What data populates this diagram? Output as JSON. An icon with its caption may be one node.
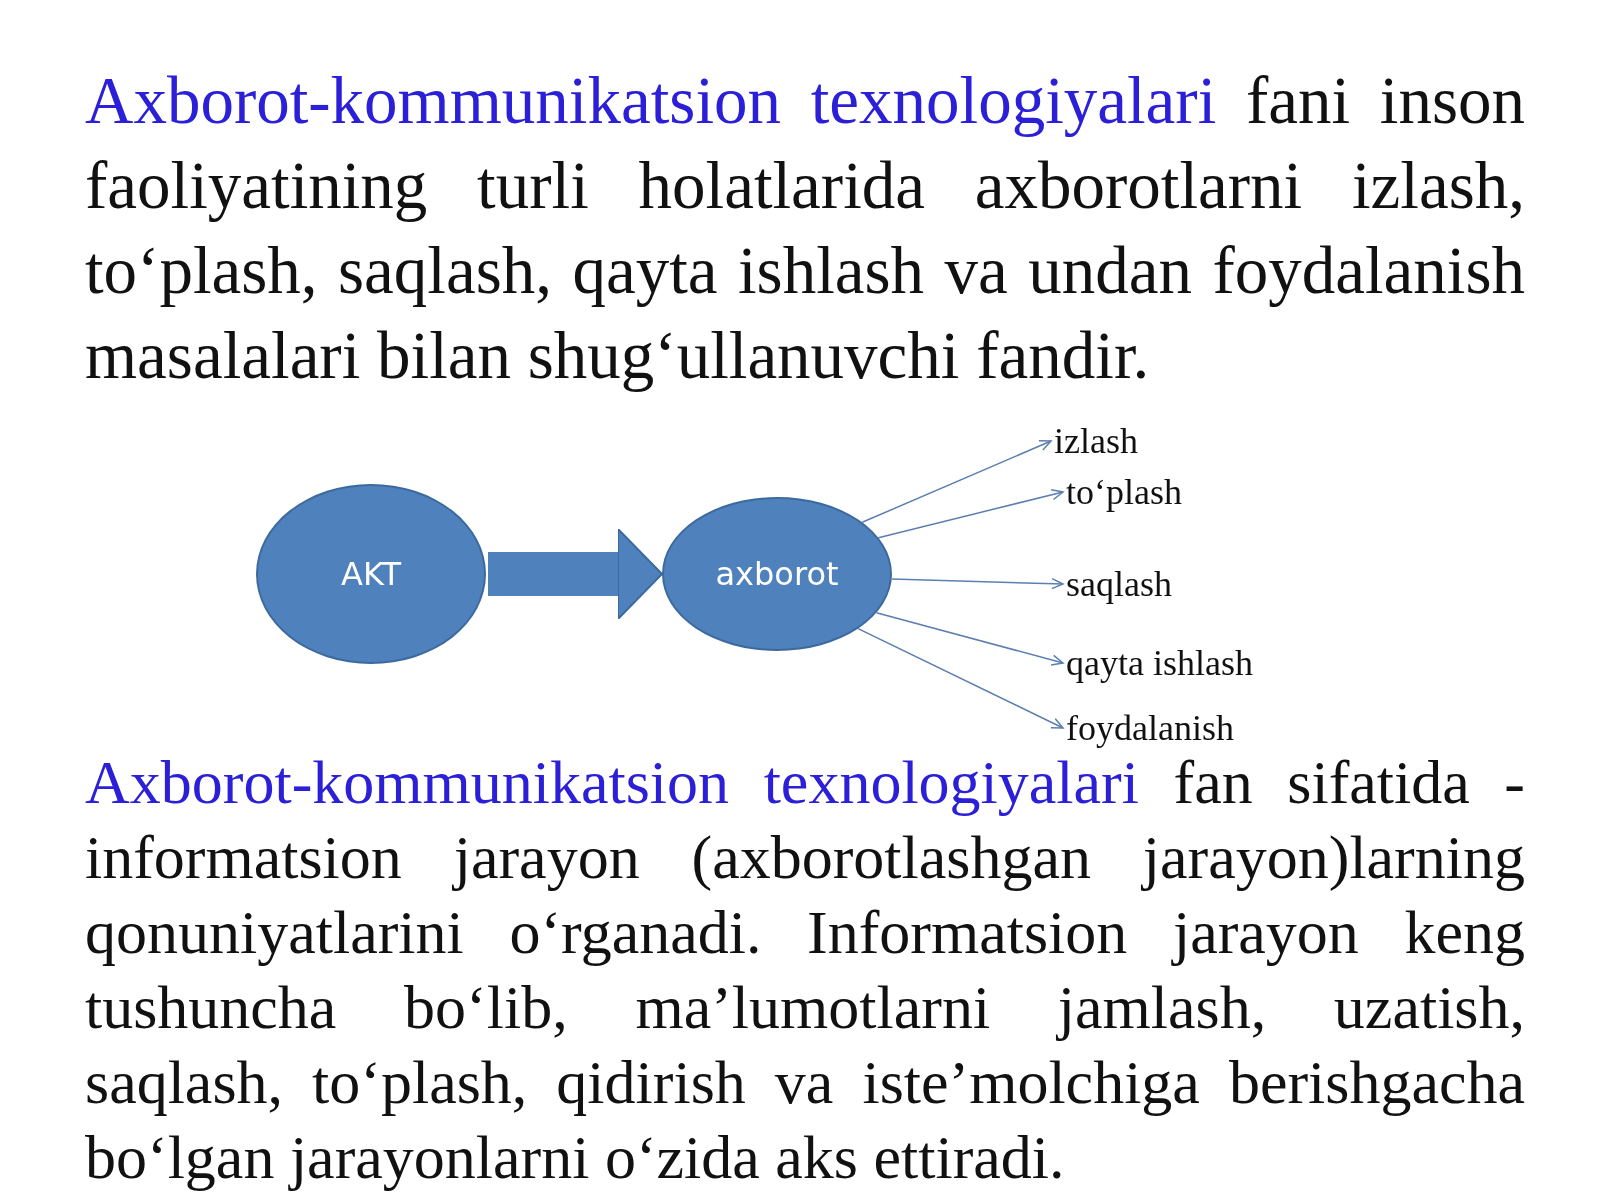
{
  "diagram": {
    "nodes": [
      {
        "text": [
          "AKT"
        ]
      },
      {
        "text": [
          "axborot"
        ]
      },
      {
        "text": [
          "izlash"
        ]
      },
      {
        "text": [
          "to‘plash"
        ]
      },
      {
        "text": [
          "saqlash"
        ]
      },
      {
        "text": [
          "qayta ishlash"
        ]
      },
      {
        "text": [
          "foydalanish"
        ]
      }
    ],
    "edges": [
      {
        "from": 0,
        "to": 1,
        "arrow": "to",
        "style": "thick"
      },
      {
        "from": 1,
        "to": 2,
        "arrow": "to"
      },
      {
        "from": 1,
        "to": 3,
        "arrow": "to"
      },
      {
        "from": 1,
        "to": 4,
        "arrow": "to"
      },
      {
        "from": 1,
        "to": 5,
        "arrow": "to"
      },
      {
        "from": 1,
        "to": 6,
        "arrow": "to"
      }
    ],
    "labels": [
      "Axborot-kommunikatsion texnologiyalari",
      "fani inson faoliyatining turli holatlarida axborotlarni izlash, to‘plash, saqlash, qayta ishlash va undan foydalanish masalalari bilan shug‘ullanuvchi fandir.",
      "Axborot-kommunikatsion texnologiyalari",
      "fan sifatida - informatsion jarayon (axborotlashgan jarayon)larning qonuniyatlarini o‘rganadi. Informatsion jarayon keng tushuncha bo‘lib, ma’lumotlarni jamlash, uzatish, saqlash, to‘plash, qidirish va iste’molchiga berishgacha bo‘lgan jarayonlarni o‘zida aks ettiradi."
    ]
  }
}
